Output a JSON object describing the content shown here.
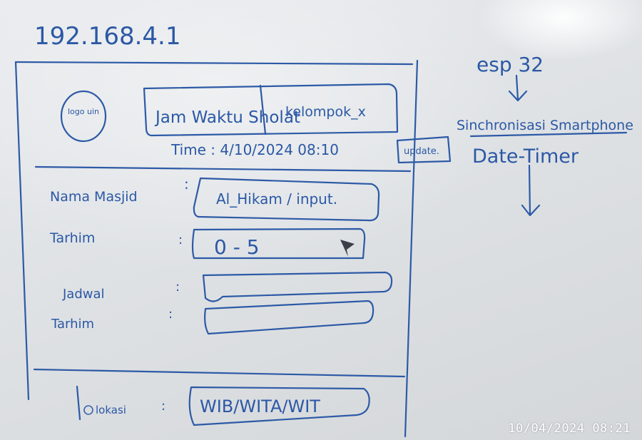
{
  "ip_address": "192.168.4.1",
  "logo_label": "logo uin",
  "title_left": "Jam Waktu Sholat",
  "title_right": "kelompok_x",
  "time_label": "Time : 4/10/2024 08:10",
  "update_button": "update.",
  "form": {
    "nama_masjid_label": "Nama Masjid",
    "nama_masjid_value": "Al_Hikam / input.",
    "tarhim_label": "Tarhim",
    "tarhim_value": "0 - 5",
    "jadwal_label": "Jadwal",
    "tarhim2_label": "Tarhim",
    "lokasi_label": "lokasi",
    "lokasi_value": "WIB/WITA/WIT"
  },
  "side_notes": {
    "esp": "esp 32",
    "sync": "Sinchronisasi Smartphone",
    "date_timer": "Date-Timer"
  },
  "photo_timestamp": "10/04/2024  08:21"
}
